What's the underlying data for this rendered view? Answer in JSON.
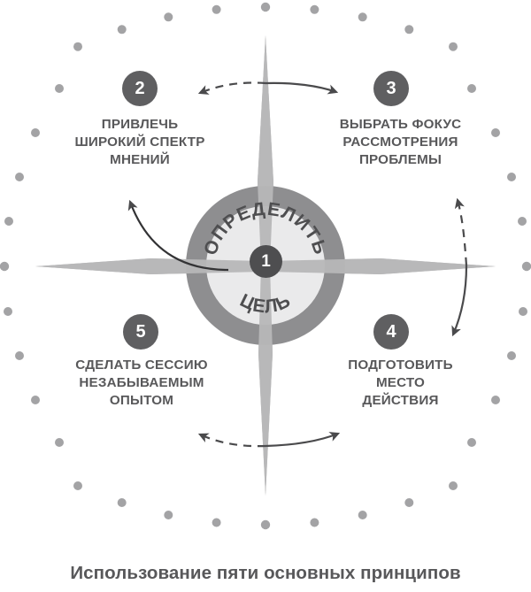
{
  "diagram": {
    "caption": "Использование пяти основных принципов",
    "center": {
      "badge_number": "1",
      "arc_text_top": "ОПРЕДЕЛИТЬ",
      "arc_text_bottom": "ЦЕЛЬ"
    },
    "principles": [
      {
        "number": "2",
        "position": "top-left",
        "lines": [
          "ПРИВЛЕЧЬ",
          "ШИРОКИЙ СПЕКТР",
          "МНЕНИЙ"
        ]
      },
      {
        "number": "3",
        "position": "top-right",
        "lines": [
          "ВЫБРАТЬ ФОКУС",
          "РАССМОТРЕНИЯ",
          "ПРОБЛЕМЫ"
        ]
      },
      {
        "number": "4",
        "position": "bottom-right",
        "lines": [
          "ПОДГОТОВИТЬ",
          "МЕСТО",
          "ДЕЙСТВИЯ"
        ]
      },
      {
        "number": "5",
        "position": "bottom-left",
        "lines": [
          "СДЕЛАТЬ СЕССИЮ",
          "НЕЗАБЫВАЕМЫМ",
          "ОПЫТОМ"
        ]
      }
    ],
    "colors": {
      "text": "#58585a",
      "badge": "#5f5f61",
      "ring_outer": "#8c8c8e",
      "ring_inner": "#e9e9ea",
      "needle": "#b4b4b5",
      "dot": "#a0a0a2",
      "arrow": "#4a4a4c"
    }
  }
}
